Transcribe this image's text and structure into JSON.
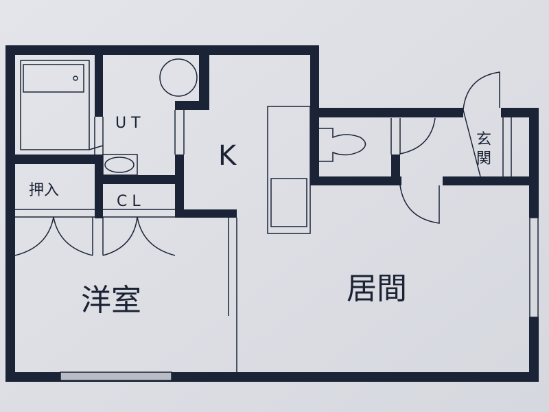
{
  "floor_plan": {
    "rooms": {
      "unit_bath": "U T",
      "kitchen": "K",
      "oshiire": "押入",
      "closet": "C L",
      "western_room": "洋室",
      "living_room": "居間",
      "entrance_line1": "玄",
      "entrance_line2": "関"
    }
  },
  "colors": {
    "wall": "#1a2436",
    "background": "#dfe0e6",
    "window": "#b9bcc6"
  }
}
